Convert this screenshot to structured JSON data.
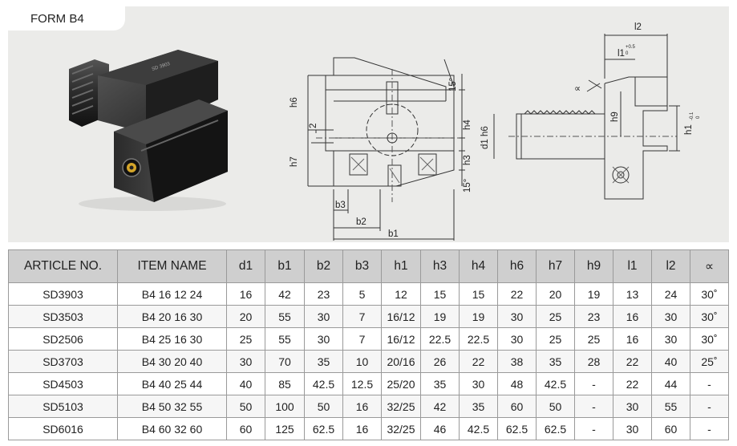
{
  "header": {
    "form_label": "FORM B4"
  },
  "drawing_labels": {
    "h6": "h6",
    "h7": "h7",
    "two": "2",
    "fifteen_top": "15°",
    "h4": "h4",
    "h3": "h3",
    "fifteen_bottom": "15°",
    "b3": "b3",
    "b2": "b2",
    "b1": "b1",
    "d1h6": "d1 h6",
    "alpha": "∝",
    "l2": "l2",
    "l1": "l1",
    "tol_l1": "+0.5",
    "tol_l1b": "0",
    "h9": "h9",
    "h1": "h1",
    "tol_h1": "-0.1",
    "tol_h1b": "0"
  },
  "table": {
    "headers": [
      "ARTICLE NO.",
      "ITEM NAME",
      "d1",
      "b1",
      "b2",
      "b3",
      "h1",
      "h3",
      "h4",
      "h6",
      "h7",
      "h9",
      "l1",
      "l2",
      "∝"
    ],
    "rows": [
      [
        "SD3903",
        "B4 16 12 24",
        "16",
        "42",
        "23",
        "5",
        "12",
        "15",
        "15",
        "22",
        "20",
        "19",
        "13",
        "24",
        "30˚"
      ],
      [
        "SD3503",
        "B4 20 16 30",
        "20",
        "55",
        "30",
        "7",
        "16/12",
        "19",
        "19",
        "30",
        "25",
        "23",
        "16",
        "30",
        "30˚"
      ],
      [
        "SD2506",
        "B4 25 16 30",
        "25",
        "55",
        "30",
        "7",
        "16/12",
        "22.5",
        "22.5",
        "30",
        "25",
        "25",
        "16",
        "30",
        "30˚"
      ],
      [
        "SD3703",
        "B4 30 20 40",
        "30",
        "70",
        "35",
        "10",
        "20/16",
        "26",
        "22",
        "38",
        "35",
        "28",
        "22",
        "40",
        "25˚"
      ],
      [
        "SD4503",
        "B4 40 25 44",
        "40",
        "85",
        "42.5",
        "12.5",
        "25/20",
        "35",
        "30",
        "48",
        "42.5",
        "-",
        "22",
        "44",
        "-"
      ],
      [
        "SD5103",
        "B4 50 32 55",
        "50",
        "100",
        "50",
        "16",
        "32/25",
        "42",
        "35",
        "60",
        "50",
        "-",
        "30",
        "55",
        "-"
      ],
      [
        "SD6016",
        "B4 60 32 60",
        "60",
        "125",
        "62.5",
        "16",
        "32/25",
        "46",
        "42.5",
        "62.5",
        "62.5",
        "-",
        "30",
        "60",
        "-"
      ]
    ]
  }
}
